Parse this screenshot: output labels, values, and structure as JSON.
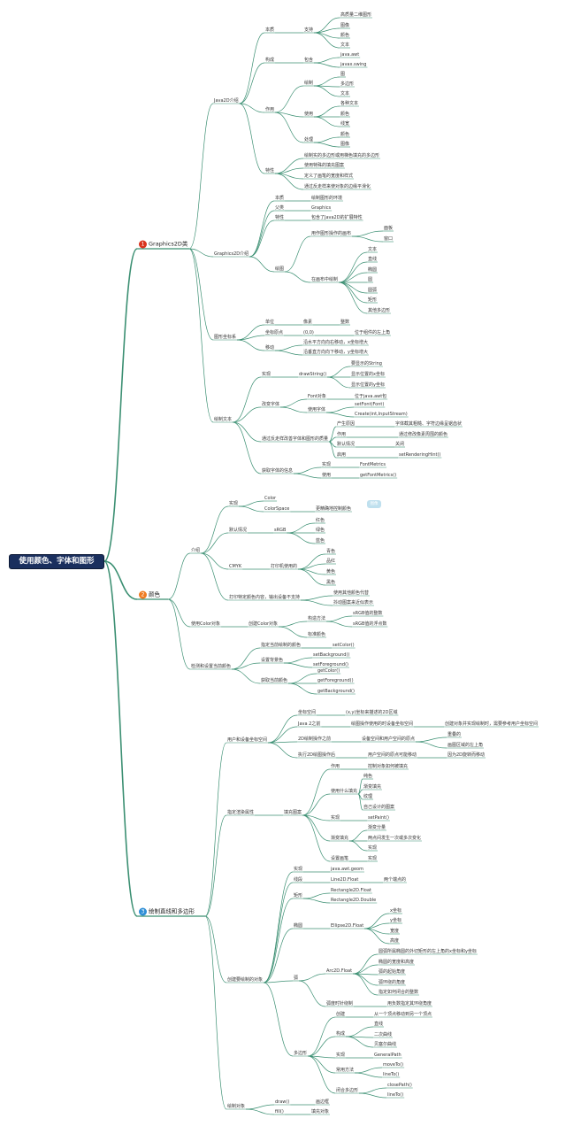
{
  "root": "使用颜色、字体和图形",
  "colors": {
    "edge": "#3b8f72",
    "root_bg": "#1a2f5e",
    "badge1": "#d9331e",
    "badge2": "#f07c22",
    "badge3": "#2f8fd6"
  },
  "cats": [
    {
      "id": "c1",
      "num": "1",
      "label": "Graphics2D类",
      "color": "#d9331e"
    },
    {
      "id": "c2",
      "num": "2",
      "label": "颜色",
      "color": "#f07c22"
    },
    {
      "id": "c3",
      "num": "3",
      "label": "绘制直线和多边形",
      "color": "#2f8fd6"
    }
  ],
  "pill_text": "图像",
  "nodes": [
    {
      "id": "a1",
      "t": "Java2D介绍"
    },
    {
      "id": "a1a",
      "t": "本质"
    },
    {
      "id": "a1a1",
      "t": "支持"
    },
    {
      "id": "a1a1a",
      "t": "高质量二维图形"
    },
    {
      "id": "a1a1b",
      "t": "图像"
    },
    {
      "id": "a1a1c",
      "t": "颜色"
    },
    {
      "id": "a1a1d",
      "t": "文本"
    },
    {
      "id": "a1b",
      "t": "构成"
    },
    {
      "id": "a1b1",
      "t": "包含"
    },
    {
      "id": "a1b1a",
      "t": "java.awt"
    },
    {
      "id": "a1b1b",
      "t": "javax.swing"
    },
    {
      "id": "a1c",
      "t": "作用"
    },
    {
      "id": "a1c1",
      "t": "绘制"
    },
    {
      "id": "a1c1a",
      "t": "图"
    },
    {
      "id": "a1c1b",
      "t": "多边形"
    },
    {
      "id": "a1c1c",
      "t": "文本"
    },
    {
      "id": "a1c2",
      "t": "使用"
    },
    {
      "id": "a1c2a",
      "t": "各种文本"
    },
    {
      "id": "a1c2b",
      "t": "颜色"
    },
    {
      "id": "a1c2c",
      "t": "线宽"
    },
    {
      "id": "a1c3",
      "t": "处理"
    },
    {
      "id": "a1c3a",
      "t": "颜色"
    },
    {
      "id": "a1c3b",
      "t": "图像"
    },
    {
      "id": "a1d",
      "t": "特性"
    },
    {
      "id": "a1d1",
      "t": "绘制实的多边形或用梯色填充的多边形"
    },
    {
      "id": "a1d2",
      "t": "使用特殊的填充图案"
    },
    {
      "id": "a1d3",
      "t": "定义了画笔的宽度和样式"
    },
    {
      "id": "a1d4",
      "t": "通过反走样来使对象的边缘平滑化"
    },
    {
      "id": "a2",
      "t": "Graphics2D介绍"
    },
    {
      "id": "a2a",
      "t": "本质"
    },
    {
      "id": "a2a1",
      "t": "绘制图形的环境"
    },
    {
      "id": "a2b",
      "t": "父类"
    },
    {
      "id": "a2b1",
      "t": "Graphics"
    },
    {
      "id": "a2c",
      "t": "特性"
    },
    {
      "id": "a2c1",
      "t": "包含了Java2D的扩展特性"
    },
    {
      "id": "a2d",
      "t": "绘图"
    },
    {
      "id": "a2d1",
      "t": "用作图形操作的画布"
    },
    {
      "id": "a2d1a",
      "t": "面板"
    },
    {
      "id": "a2d1b",
      "t": "窗口"
    },
    {
      "id": "a2d2",
      "t": "在画布中绘制"
    },
    {
      "id": "a2d2a",
      "t": "文本"
    },
    {
      "id": "a2d2b",
      "t": "直线"
    },
    {
      "id": "a2d2c",
      "t": "椭圆"
    },
    {
      "id": "a2d2d",
      "t": "圆"
    },
    {
      "id": "a2d2e",
      "t": "圆弧"
    },
    {
      "id": "a2d2f",
      "t": "矩形"
    },
    {
      "id": "a2d2g",
      "t": "其他多边形"
    },
    {
      "id": "a3",
      "t": "图形坐标系"
    },
    {
      "id": "a3a",
      "t": "单位"
    },
    {
      "id": "a3a1",
      "t": "像素"
    },
    {
      "id": "a3a1a",
      "t": "整数"
    },
    {
      "id": "a3b",
      "t": "坐标原点"
    },
    {
      "id": "a3b1",
      "t": "(0,0)"
    },
    {
      "id": "a3b1a",
      "t": "位于组件的左上角"
    },
    {
      "id": "a3c",
      "t": "移动"
    },
    {
      "id": "a3c1",
      "t": "沿水平方向向右移动，x坐标增大"
    },
    {
      "id": "a3c2",
      "t": "沿垂直方向向下移动，y坐标增大"
    },
    {
      "id": "a4",
      "t": "绘制文本"
    },
    {
      "id": "a4a",
      "t": "实现"
    },
    {
      "id": "a4a1",
      "t": "drawString()"
    },
    {
      "id": "a4a1a",
      "t": "要显示的String"
    },
    {
      "id": "a4a1b",
      "t": "显示位置的x坐标"
    },
    {
      "id": "a4a1c",
      "t": "显示位置的y坐标"
    },
    {
      "id": "a4b",
      "t": "改变字体"
    },
    {
      "id": "a4b1",
      "t": "Font对象"
    },
    {
      "id": "a4b1a",
      "t": "位于java.awt包"
    },
    {
      "id": "a4b2",
      "t": "使用字体"
    },
    {
      "id": "a4b2a",
      "t": "setFont(Font)"
    },
    {
      "id": "a4b2b",
      "t": "Create(int,InputStream)"
    },
    {
      "id": "a4c",
      "t": "通过反走样改善字体和图形的质量"
    },
    {
      "id": "a4c1",
      "t": "产生原因"
    },
    {
      "id": "a4c1a",
      "t": "字体截其粗糙、字符边缘呈锯齿状"
    },
    {
      "id": "a4c2",
      "t": "作用"
    },
    {
      "id": "a4c2a",
      "t": "通过修改像素周围的颜色"
    },
    {
      "id": "a4c3",
      "t": "默认情况"
    },
    {
      "id": "a4c3a",
      "t": "关闭"
    },
    {
      "id": "a4c4",
      "t": "启用"
    },
    {
      "id": "a4c4a",
      "t": "setRenderingHint()"
    },
    {
      "id": "a4d",
      "t": "获取字体的信息"
    },
    {
      "id": "a4d1",
      "t": "实现"
    },
    {
      "id": "a4d1a",
      "t": "FontMetrics"
    },
    {
      "id": "a4d2",
      "t": "使用"
    },
    {
      "id": "a4d2a",
      "t": "getFontMetrics()"
    },
    {
      "id": "b1",
      "t": "介绍"
    },
    {
      "id": "b1a",
      "t": "实现"
    },
    {
      "id": "b1a1",
      "t": "Color"
    },
    {
      "id": "b1a2",
      "t": "ColorSpace"
    },
    {
      "id": "b1a2a",
      "t": "更精确地控制颜色"
    },
    {
      "id": "b1b",
      "t": "默认情况"
    },
    {
      "id": "b1b1",
      "t": "sRGB"
    },
    {
      "id": "b1b1a",
      "t": "红色"
    },
    {
      "id": "b1b1b",
      "t": "绿色"
    },
    {
      "id": "b1b1c",
      "t": "蓝色"
    },
    {
      "id": "b1c",
      "t": "CMYK"
    },
    {
      "id": "b1c1",
      "t": "打印机使用的"
    },
    {
      "id": "b1c1a",
      "t": "青色"
    },
    {
      "id": "b1c1b",
      "t": "品红"
    },
    {
      "id": "b1c1c",
      "t": "黄色"
    },
    {
      "id": "b1c1d",
      "t": "黑色"
    },
    {
      "id": "b1d",
      "t": "打印特定颜色内容，输出设备不支持"
    },
    {
      "id": "b1d1",
      "t": "使用其他颜色代替"
    },
    {
      "id": "b1d2",
      "t": "抖动图案来近似表示"
    },
    {
      "id": "b2",
      "t": "使用Color对象"
    },
    {
      "id": "b2a",
      "t": "创建Color对象"
    },
    {
      "id": "b2a1",
      "t": "构造方法"
    },
    {
      "id": "b2a1a",
      "t": "sRGB值的整数"
    },
    {
      "id": "b2a1b",
      "t": "sRGB值的浮点数"
    },
    {
      "id": "b2a2",
      "t": "标准颜色"
    },
    {
      "id": "b3",
      "t": "检测和设置当前颜色"
    },
    {
      "id": "b3a",
      "t": "指定当前绘制的颜色"
    },
    {
      "id": "b3a1",
      "t": "setColor()"
    },
    {
      "id": "b3b",
      "t": "设置背景色"
    },
    {
      "id": "b3b1",
      "t": "setBackground()"
    },
    {
      "id": "b3b2",
      "t": "setForeground()"
    },
    {
      "id": "b3c",
      "t": "获取当前颜色"
    },
    {
      "id": "b3c1",
      "t": "getColor()"
    },
    {
      "id": "b3c2",
      "t": "getForeground()"
    },
    {
      "id": "b3c3",
      "t": "getBackground()"
    },
    {
      "id": "d1",
      "t": "用户和设备坐标空间"
    },
    {
      "id": "d1a",
      "t": "坐标空间"
    },
    {
      "id": "d1a1",
      "t": "(x,y)坐标来描述的2D区域"
    },
    {
      "id": "d1b",
      "t": "Java 2之前"
    },
    {
      "id": "d1b1",
      "t": "绘图操作使用的时设备坐标空间"
    },
    {
      "id": "d1b1a",
      "t": "创建对象并实现绘制时，需要参考用户坐标空间"
    },
    {
      "id": "d1c",
      "t": "2D绘制操作之前"
    },
    {
      "id": "d1c1",
      "t": "设备空间和用户空间的原点"
    },
    {
      "id": "d1c1a",
      "t": "重叠的"
    },
    {
      "id": "d1c1b",
      "t": "画图区域的左上角"
    },
    {
      "id": "d1d",
      "t": "执行2D绘图操作后"
    },
    {
      "id": "d1d1",
      "t": "用户空间的原点可能移动"
    },
    {
      "id": "d1d1a",
      "t": "因为2D旋转而移动"
    },
    {
      "id": "d2",
      "t": "指定渲染属性"
    },
    {
      "id": "d2a",
      "t": "填充图案"
    },
    {
      "id": "d2a1",
      "t": "作用"
    },
    {
      "id": "d2a1a",
      "t": "控制对象如何被填充"
    },
    {
      "id": "d2a2",
      "t": "使用什么填充"
    },
    {
      "id": "d2a2a",
      "t": "纯色"
    },
    {
      "id": "d2a2b",
      "t": "渐变填充"
    },
    {
      "id": "d2a2c",
      "t": "纹理"
    },
    {
      "id": "d2a2d",
      "t": "自己设计的图案"
    },
    {
      "id": "d2a3",
      "t": "实现"
    },
    {
      "id": "d2a3a",
      "t": "setPaint()"
    },
    {
      "id": "d2a4",
      "t": "渐变填充"
    },
    {
      "id": "d2a4a",
      "t": "渐变分量"
    },
    {
      "id": "d2a4b",
      "t": "两点间发生一次或多次变化"
    },
    {
      "id": "d2a4c",
      "t": "实现"
    },
    {
      "id": "d2a5",
      "t": "设置画笔"
    },
    {
      "id": "d2a5a",
      "t": "实现"
    },
    {
      "id": "d3",
      "t": "创建要绘制的对象"
    },
    {
      "id": "d3a",
      "t": "实现"
    },
    {
      "id": "d3a1",
      "t": "java.awt.geom"
    },
    {
      "id": "d3b",
      "t": "线段"
    },
    {
      "id": "d3b1",
      "t": "Line2D.Float"
    },
    {
      "id": "d3b1a",
      "t": "两个端点的"
    },
    {
      "id": "d3c",
      "t": "矩形"
    },
    {
      "id": "d3c1",
      "t": "Rectangle2D.Float"
    },
    {
      "id": "d3c2",
      "t": "Rectangle2D.Double"
    },
    {
      "id": "d3d",
      "t": "椭圆"
    },
    {
      "id": "d3d1",
      "t": "Ellipse2D.Float"
    },
    {
      "id": "d3d1a",
      "t": "x坐标"
    },
    {
      "id": "d3d1b",
      "t": "y坐标"
    },
    {
      "id": "d3d1c",
      "t": "宽度"
    },
    {
      "id": "d3d1d",
      "t": "高度"
    },
    {
      "id": "d3e",
      "t": "弧"
    },
    {
      "id": "d3e1",
      "t": "Arc2D.Float"
    },
    {
      "id": "d3e1a",
      "t": "圆弧所属椭圆的外切矩形的左上角的x坐标和y坐标"
    },
    {
      "id": "d3e1b",
      "t": "椭圆的宽度和高度"
    },
    {
      "id": "d3e1c",
      "t": "弧的起始角度"
    },
    {
      "id": "d3e1d",
      "t": "弧环绕的角度"
    },
    {
      "id": "d3e1e",
      "t": "指定如何闭合的整数"
    },
    {
      "id": "d3e2",
      "t": "弧度时针绕制"
    },
    {
      "id": "d3e2a",
      "t": "用负数指定其环绕角度"
    },
    {
      "id": "d3f",
      "t": "多边形"
    },
    {
      "id": "d3f1",
      "t": "创建"
    },
    {
      "id": "d3f1a",
      "t": "从一个顶点移动到另一个顶点"
    },
    {
      "id": "d3f2",
      "t": "构成"
    },
    {
      "id": "d3f2a",
      "t": "直线"
    },
    {
      "id": "d3f2b",
      "t": "二次曲线"
    },
    {
      "id": "d3f2c",
      "t": "贝塞尔曲线"
    },
    {
      "id": "d3f3",
      "t": "实现"
    },
    {
      "id": "d3f3a",
      "t": "GeneralPath"
    },
    {
      "id": "d3f4",
      "t": "常用方法"
    },
    {
      "id": "d3f4a",
      "t": "moveTo()"
    },
    {
      "id": "d3f4b",
      "t": "lineTo()"
    },
    {
      "id": "d3f5",
      "t": "闭合多边形"
    },
    {
      "id": "d3f5a",
      "t": "closePath()"
    },
    {
      "id": "d3f5b",
      "t": "lineTo()"
    },
    {
      "id": "d4",
      "t": "绘制对象"
    },
    {
      "id": "d4a",
      "t": "draw()"
    },
    {
      "id": "d4a1",
      "t": "画边框"
    },
    {
      "id": "d4b",
      "t": "fill()"
    },
    {
      "id": "d4b1",
      "t": "填充对象"
    }
  ]
}
